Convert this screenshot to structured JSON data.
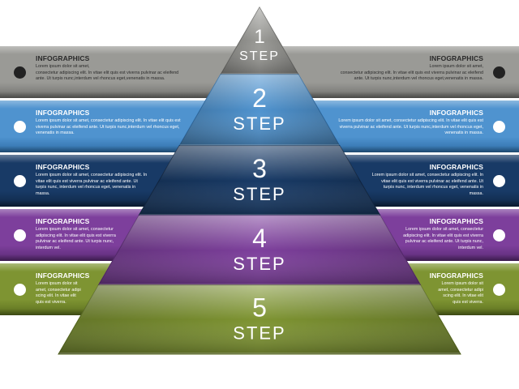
{
  "steps": [
    {
      "number": "1",
      "word": "STEP",
      "color": "#9a9a96",
      "dark": "#6f6f6c",
      "dot": "#222222",
      "text_color": "#2a2a2a",
      "left": {
        "title": "INFOGRAPHICS",
        "lines": [
          "Lorem ipsum dolor sit amet,",
          "consectetur adipiscing elit. In vitae elit quis est viverra pulvinar ac eleifend",
          "ante. Ut turpis nunc,interdum vel rhoncus eget,venenatis in massa."
        ]
      },
      "right": {
        "title": "INFOGRAPHICS",
        "lines": [
          "Lorem ipsum dolor sit amet,",
          "consectetur adipiscing elit. In vitae elit quis est viverra pulvinar ac eleifend",
          "ante. Ut turpis nunc,interdum vel rhoncus eget,venenatis in massa."
        ]
      }
    },
    {
      "number": "2",
      "word": "STEP",
      "color": "#4f93cf",
      "dark": "#2f6ea8",
      "dot": "#ffffff",
      "text_color": "#ffffff",
      "left": {
        "title": "INFOGRAPHICS",
        "lines": [
          "Lorem ipsum dolor sit amet, consectetur adipiscing elit. In vitae elit quis est",
          "viverra pulvinar ac eleifend ante. Ut turpis nunc,interdum vel rhoncus eget,",
          "venenatis in massa."
        ]
      },
      "right": {
        "title": "INFOGRAPHICS",
        "lines": [
          "Lorem ipsum dolor sit amet, consectetur adipiscing elit. In vitae elit quis est",
          "viverra pulvinar ac eleifend ante. Ut turpis nunc,interdum vel rhoncus eget,",
          "venenatis in massa."
        ]
      }
    },
    {
      "number": "3",
      "word": "STEP",
      "color": "#183a66",
      "dark": "#0f2645",
      "dot": "#ffffff",
      "text_color": "#ffffff",
      "left": {
        "title": "INFOGRAPHICS",
        "lines": [
          "Lorem ipsum dolor sit amet, consectetur adipiscing elit. In",
          "vitae elit quis est viverra pulvinar ac eleifend ante. Ut",
          "turpis nunc, interdum vel rhoncus eget, venenatis in",
          "massa."
        ]
      },
      "right": {
        "title": "INFOGRAPHICS",
        "lines": [
          "Lorem ipsum dolor sit amet, consectetur adipiscing elit. In",
          "vitae elit quis est viverra pulvinar ac eleifend ante. Ut",
          "turpis nunc, interdum vel rhoncus eget, venenatis in",
          "massa."
        ]
      }
    },
    {
      "number": "4",
      "word": "STEP",
      "color": "#7d3f9c",
      "dark": "#5a2a74",
      "dot": "#ffffff",
      "text_color": "#ffffff",
      "left": {
        "title": "INFOGRAPHICS",
        "lines": [
          "Lorem ipsum dolor sit amet, consectetur",
          "adipiscing elit. In vitae elit quis est viverra",
          "pulvinar ac eleifend ante. Ut turpis nunc,",
          "interdum vel."
        ]
      },
      "right": {
        "title": "INFOGRAPHICS",
        "lines": [
          "Lorem ipsum dolor sit amet, consectetur",
          "adipiscing elit. In vitae elit quis est viverra",
          "pulvinar ac eleifend ante. Ut turpis nunc,",
          "interdum vel."
        ]
      }
    },
    {
      "number": "5",
      "word": "STEP",
      "color": "#7e9432",
      "dark": "#5b6e1e",
      "dot": "#ffffff",
      "text_color": "#ffffff",
      "left": {
        "title": "INFOGRAPHICS",
        "lines": [
          "Lorem ipsum dolor sit",
          "amet, consectetur adipi",
          "scing elit. In vitae elit",
          "quis est viverra."
        ]
      },
      "right": {
        "title": "INFOGRAPHICS",
        "lines": [
          "Lorem ipsum dolor sit",
          "amet, consectetur adipi",
          "scing elit. In vitae elit",
          "quis est viverra."
        ]
      }
    }
  ]
}
